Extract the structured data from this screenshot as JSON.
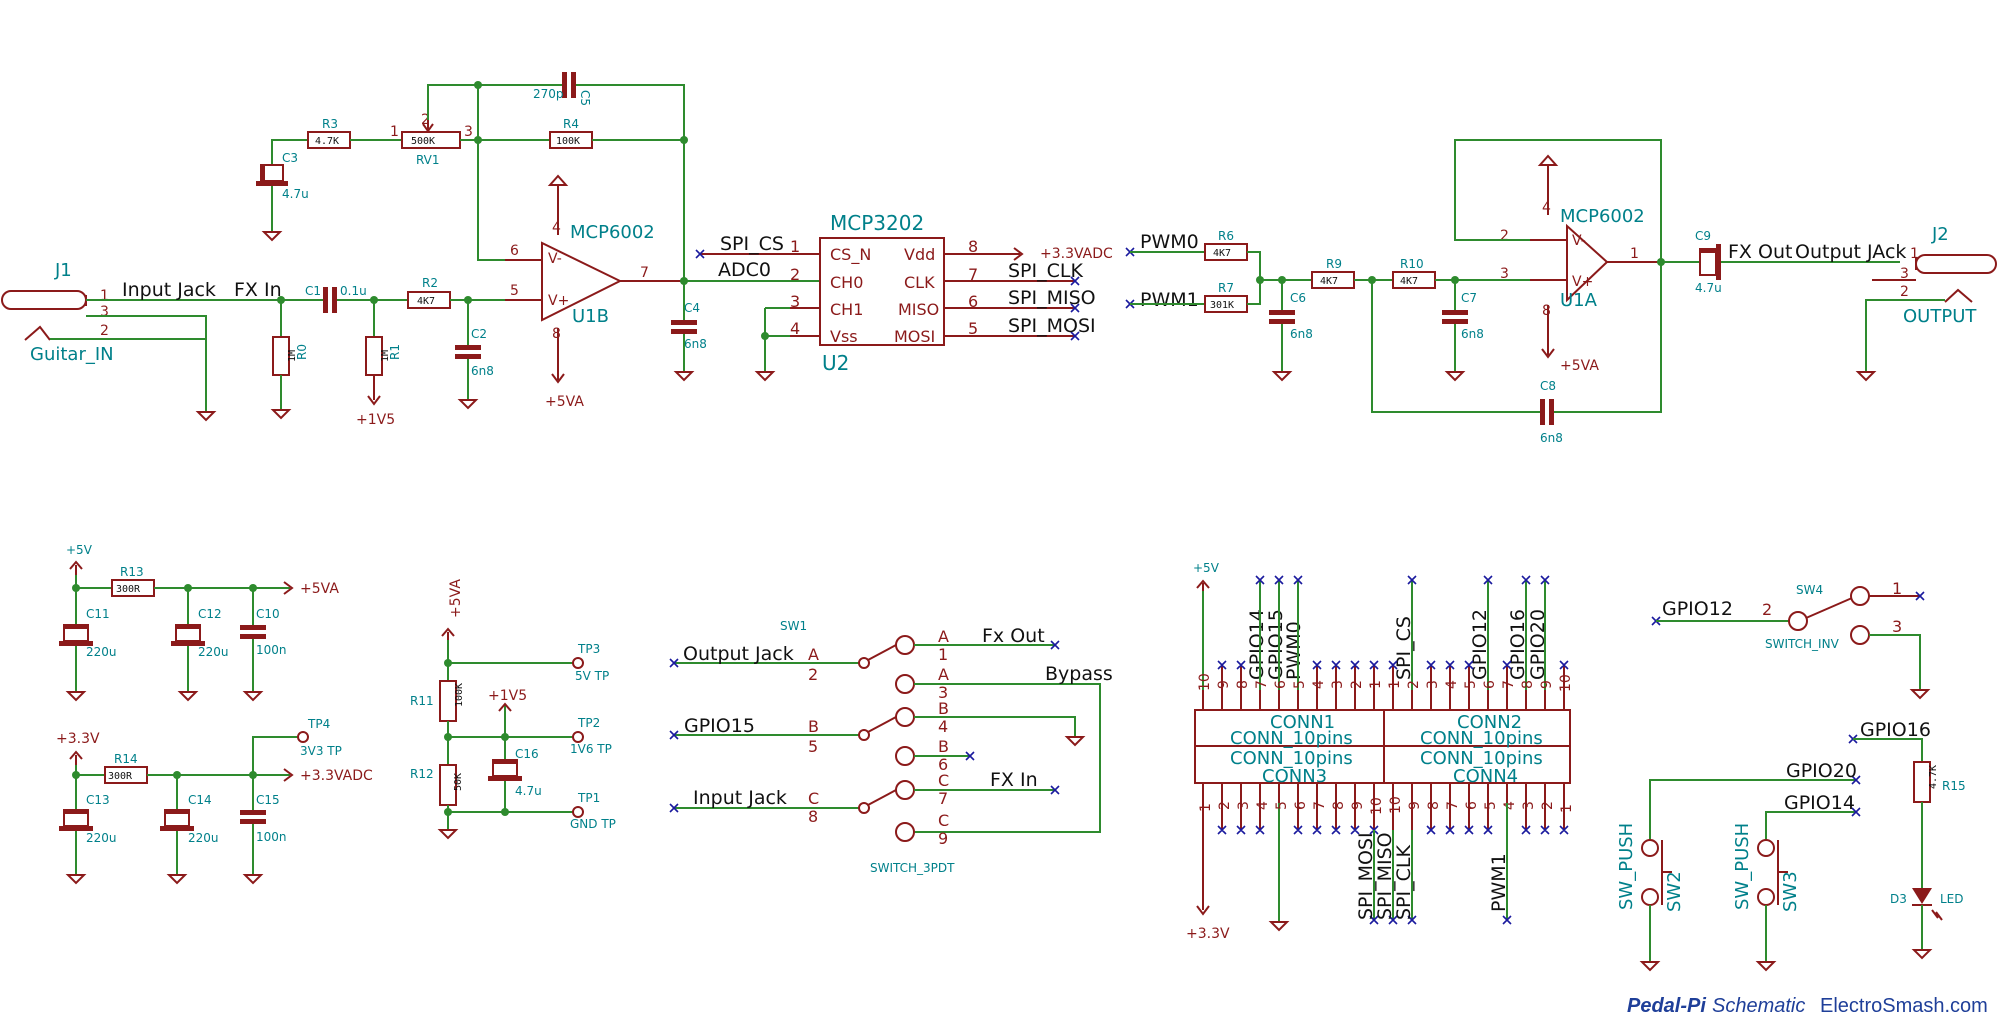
{
  "nets": {
    "input_jack": "Input Jack",
    "guitar_in": "Guitar_IN",
    "fx_in": "FX In",
    "adc0": "ADC0",
    "spi_cs": "SPI_CS",
    "spi_clk": "SPI_CLK",
    "spi_miso": "SPI_MISO",
    "spi_mosi": "SPI_MOSI",
    "pwm0": "PWM0",
    "pwm1": "PWM1",
    "fx_out": "FX Out",
    "output_jack": "Output JAck",
    "output": "OUTPUT",
    "output_jack2": "Output Jack",
    "fx_out2": "Fx Out",
    "bypass": "Bypass",
    "gpio15": "GPIO15",
    "fx_in2": "FX In",
    "input_jack2": "Input Jack",
    "gpio12": "GPIO12",
    "switch_inv": "SWITCH_INV",
    "gpio16": "GPIO16",
    "gpio20": "GPIO20",
    "gpio14": "GPIO14",
    "sw_push": "SW_PUSH",
    "led": "LED",
    "switch_3pdt": "SWITCH_3PDT"
  },
  "power": {
    "v33adc": "+3.3VADC",
    "v5va": "+5VA",
    "v1v5": "+1V5",
    "v5": "+5V",
    "v33": "+3.3V",
    "tp_5v": "5V TP",
    "tp_1v6": "1V6 TP",
    "tp_gnd": "GND TP",
    "tp_3v3": "3V3 TP"
  },
  "refs": {
    "J1": "J1",
    "J2": "J2",
    "C1": "C1",
    "C1v": "0.1u",
    "R0": "R0",
    "R0v": "1M",
    "R1": "R1",
    "R1v": "1M",
    "R2": "R2",
    "R2v": "4K7",
    "C2": "C2",
    "C2v": "6n8",
    "R3": "R3",
    "R3v": "4.7K",
    "C3": "C3",
    "C3v": "4.7u",
    "RV1": "RV1",
    "RV1v": "500K",
    "R4": "R4",
    "R4v": "100K",
    "C5": "C5",
    "C5v": "270p",
    "C4": "C4",
    "C4v": "6n8",
    "U1B": "U1B",
    "U1A": "U1A",
    "MCP6002": "MCP6002",
    "U2": "U2",
    "MCP3202": "MCP3202",
    "R6": "R6",
    "R6v": "4K7",
    "R7": "R7",
    "R7v": "301K",
    "C6": "C6",
    "C6v": "6n8",
    "R9": "R9",
    "R9v": "4K7",
    "R10": "R10",
    "R10v": "4K7",
    "C7": "C7",
    "C7v": "6n8",
    "C8": "C8",
    "C8v": "6n8",
    "C9": "C9",
    "C9v": "4.7u",
    "R13": "R13",
    "R13v": "300R",
    "C11": "C11",
    "C11v": "220u",
    "C12": "C12",
    "C12v": "220u",
    "C10": "C10",
    "C10v": "100n",
    "R14": "R14",
    "R14v": "300R",
    "C13": "C13",
    "C13v": "220u",
    "C14": "C14",
    "C14v": "220u",
    "C15": "C15",
    "C15v": "100n",
    "TP1": "TP1",
    "TP2": "TP2",
    "TP3": "TP3",
    "TP4": "TP4",
    "R11": "R11",
    "R11v": "100K",
    "R12": "R12",
    "R12v": "50K",
    "C16": "C16",
    "C16v": "4.7u",
    "SW1": "SW1",
    "SW2": "SW2",
    "SW3": "SW3",
    "SW4": "SW4",
    "R15": "R15",
    "R15v": "4.7K",
    "D3": "D3",
    "CONN1": "CONN1",
    "CONN2": "CONN2",
    "CONN3": "CONN3",
    "CONN4": "CONN4",
    "CONN10": "CONN_10pins"
  },
  "adc_pins": {
    "left": [
      "CS_N",
      "CH0",
      "CH1",
      "Vss"
    ],
    "left_num": [
      "1",
      "2",
      "3",
      "4"
    ],
    "right": [
      "Vdd",
      "CLK",
      "MISO",
      "MOSI"
    ],
    "right_num": [
      "8",
      "7",
      "6",
      "5"
    ]
  },
  "opamp_marks": {
    "minus": "V-",
    "plus": "V+",
    "four": "4",
    "eight": "8",
    "six": "6",
    "five": "5",
    "seven": "7",
    "two": "2",
    "three": "3",
    "one": "1"
  },
  "header": {
    "top_labels": [
      "GPIO14",
      "GPIO15",
      "PWM0",
      "SPI_CS",
      "GPIO12",
      "GPIO16",
      "GPIO20"
    ],
    "bottom_labels": [
      "SPI_MOSI",
      "SPI_MISO",
      "SPI_CLK",
      "PWM1"
    ],
    "top_pin_nums": [
      "10",
      "9",
      "8",
      "7",
      "6",
      "5",
      "4",
      "3",
      "2",
      "1"
    ],
    "top_pin_nums_right": [
      "1",
      "2",
      "3",
      "4",
      "5",
      "6",
      "7",
      "8",
      "9",
      "10"
    ],
    "bottom_pin_nums": [
      "1",
      "2",
      "3",
      "4",
      "5",
      "6",
      "7",
      "8",
      "9",
      "10"
    ],
    "bottom_pin_nums_right": [
      "10",
      "9",
      "8",
      "7",
      "6",
      "5",
      "4",
      "3",
      "2",
      "1"
    ]
  },
  "switch_pins": {
    "a": "A",
    "b": "B",
    "c": "C",
    "n1": "1",
    "n2": "2",
    "n3": "3",
    "n4": "4",
    "n5": "5",
    "n6": "6",
    "n7": "7",
    "n8": "8",
    "n9": "9"
  },
  "footer": {
    "brand_bold": "Pedal-Pi",
    "brand_rest": "Schematic",
    "site": "ElectroSmash.com"
  }
}
